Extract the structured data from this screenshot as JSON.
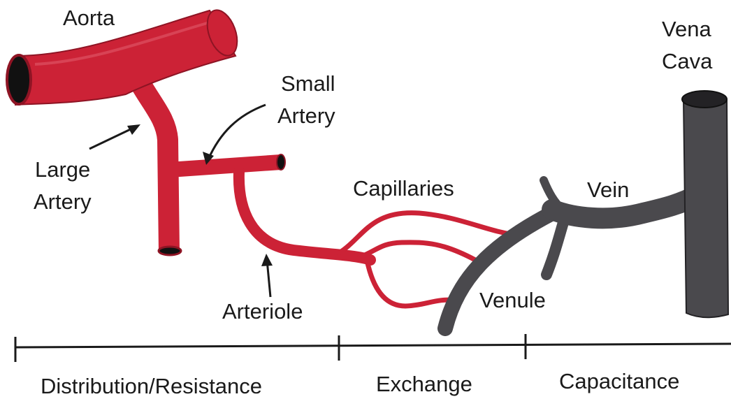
{
  "labels": {
    "aorta": "Aorta",
    "vena_cava_line1": "Vena",
    "vena_cava_line2": "Cava",
    "small_artery_line1": "Small",
    "small_artery_line2": "Artery",
    "large_artery_line1": "Large",
    "large_artery_line2": "Artery",
    "capillaries": "Capillaries",
    "vein": "Vein",
    "arteriole": "Arteriole",
    "venule": "Venule"
  },
  "sections": {
    "distribution": "Distribution/Resistance",
    "exchange": "Exchange",
    "capacitance": "Capacitance"
  },
  "colors": {
    "artery": "#cc2236",
    "artery_dark": "#8e1424",
    "vein": "#4a494d",
    "vein_dark": "#232225",
    "lumen": "#111111",
    "text": "#1a1a1a"
  }
}
